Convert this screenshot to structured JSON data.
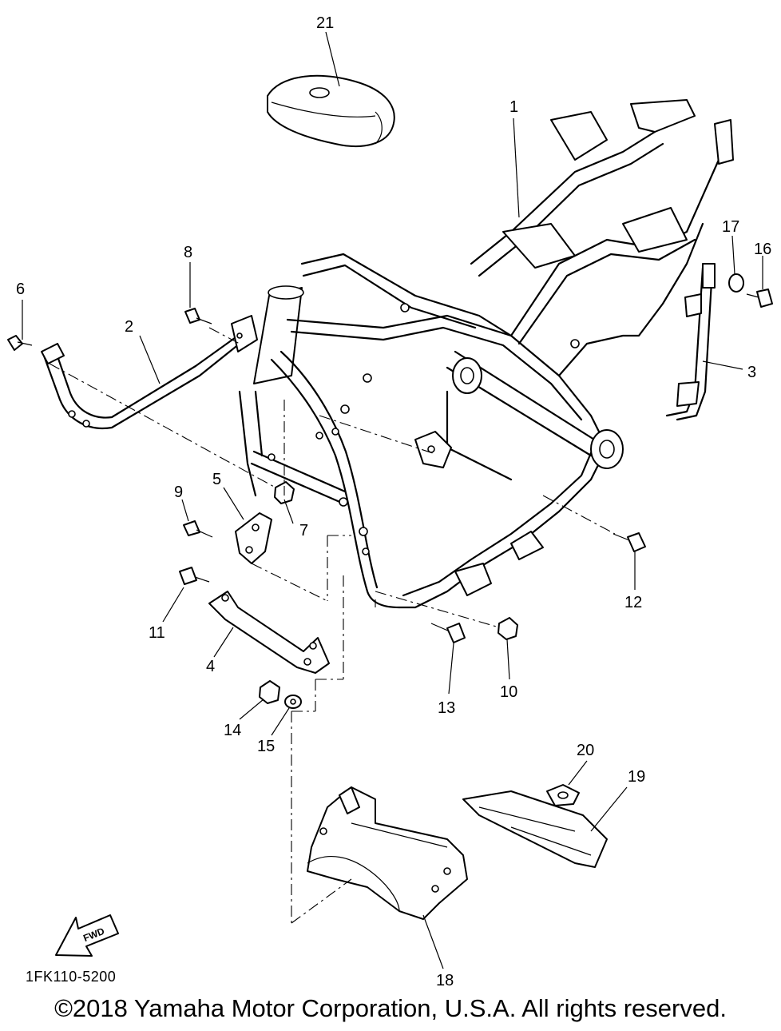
{
  "diagram": {
    "part_labels": [
      "1",
      "2",
      "3",
      "4",
      "5",
      "6",
      "7",
      "8",
      "9",
      "10",
      "11",
      "12",
      "13",
      "14",
      "15",
      "16",
      "17",
      "18",
      "19",
      "20",
      "21"
    ],
    "direction_badge": "FWD",
    "drawing_code": "1FK110-5200"
  },
  "footer": {
    "copyright": "©2018 Yamaha Motor Corporation, U.S.A. All rights reserved."
  }
}
